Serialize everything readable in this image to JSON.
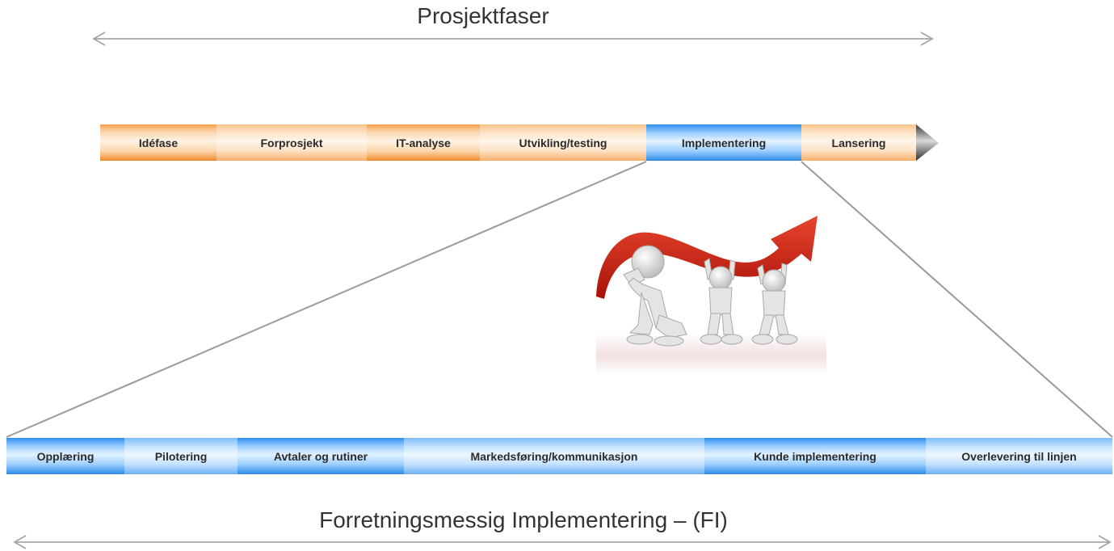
{
  "top": {
    "title": "Prosjektfaser",
    "phases": [
      "Idéfase",
      "Forprosjekt",
      "IT-analyse",
      "Utvikling/testing",
      "Implementering",
      "Lansering"
    ]
  },
  "bottom": {
    "title": "Forretningsmessig Implementering – (FI)",
    "phases": [
      "Opplæring",
      "Pilotering",
      "Avtaler og rutiner",
      "Markedsføring/kommunikasjon",
      "Kunde implementering",
      "Overlevering til linjen"
    ]
  },
  "colors": {
    "orange": "#f08a2c",
    "blue": "#2d8ae8",
    "arrow_line": "#999999",
    "funnel_line": "#9a9a9a",
    "red_arrow": "#d42a1a"
  },
  "illustration": "3d-figures-lifting-red-arrow"
}
